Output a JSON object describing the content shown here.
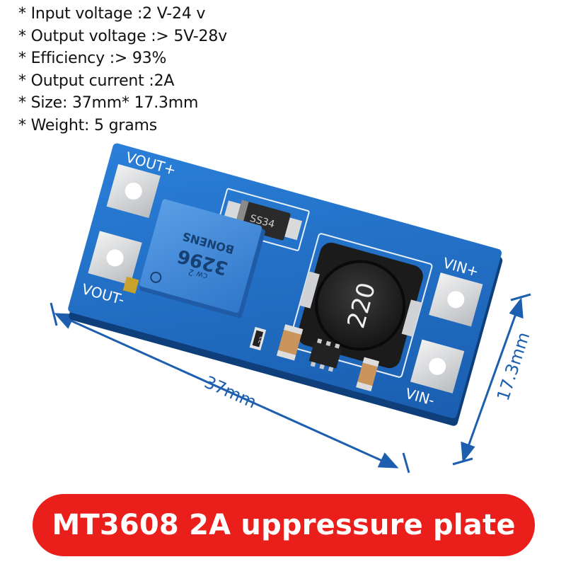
{
  "specs": [
    "* Input voltage :2 V-24 v",
    "* Output voltage :> 5V-28v",
    "* Efficiency :> 93%",
    "* Output current :2A",
    "* Size: 37mm* 17.3mm",
    "* Weight: 5 grams"
  ],
  "board": {
    "labels": {
      "vout_plus": "VOUT+",
      "vout_minus": "VOUT-",
      "vin_plus": "VIN+",
      "vin_minus": "VIN-"
    },
    "diode_marking": "SS34",
    "inductor_marking": "220",
    "potentiometer_marking": [
      "3296",
      "BONENS",
      "cw 2"
    ],
    "resistor_marking": "22",
    "pcb_color": "#1f6fc4",
    "pot_color": "#3b86d6"
  },
  "dimensions": {
    "length_label": "37mm",
    "width_label": "17.3mm"
  },
  "banner": {
    "text": "MT3608 2A uppressure plate",
    "color": "#ea1f1c"
  }
}
